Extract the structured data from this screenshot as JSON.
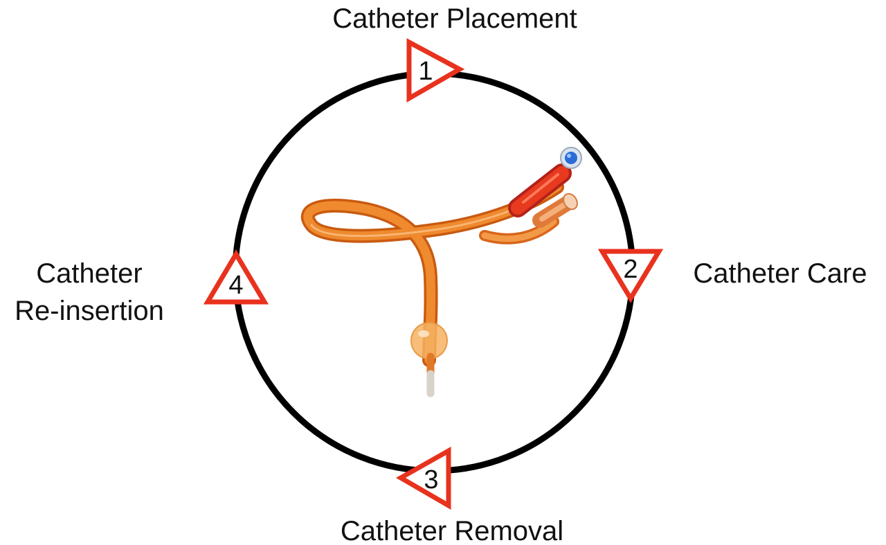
{
  "diagram": {
    "steps": [
      {
        "number": "1",
        "label_lines": [
          "Catheter Placement"
        ]
      },
      {
        "number": "2",
        "label_lines": [
          "Catheter Care"
        ]
      },
      {
        "number": "3",
        "label_lines": [
          "Catheter Removal"
        ]
      },
      {
        "number": "4",
        "label_lines": [
          "Catheter",
          "Re-insertion"
        ]
      }
    ],
    "center_image": "urinary-catheter",
    "colors": {
      "cycle_ring": "#000000",
      "marker_stroke": "#e8321e",
      "marker_fill": "#ffffff",
      "catheter_tube": "#e8761e",
      "catheter_hub": "#e83a1e",
      "valve": "#2a6cd6"
    }
  }
}
